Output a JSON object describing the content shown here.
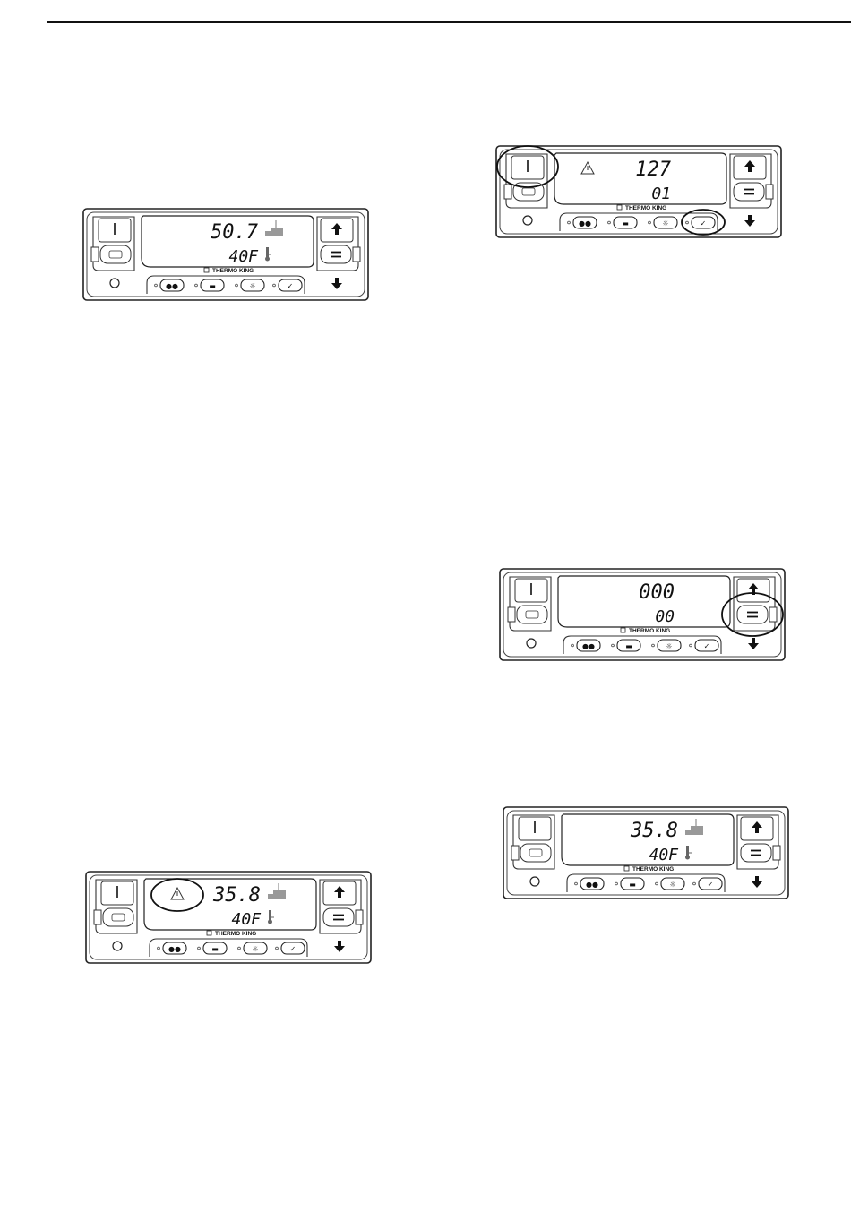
{
  "brand": "THERMO KING",
  "panels": [
    {
      "id": "p1",
      "upper": "50.7",
      "lower": "40F",
      "alarm": false,
      "show_truck": true,
      "show_thermo": true,
      "circles": []
    },
    {
      "id": "p2",
      "upper": "127",
      "lower": "01",
      "alarm": true,
      "show_truck": false,
      "show_thermo": false,
      "circles": [
        "on-off",
        "check"
      ]
    },
    {
      "id": "p3",
      "upper": "000",
      "lower": "00",
      "alarm": false,
      "show_truck": false,
      "show_thermo": false,
      "circles": [
        "select"
      ]
    },
    {
      "id": "p4",
      "upper": "35.8",
      "lower": "40F",
      "alarm": false,
      "show_truck": true,
      "show_thermo": true,
      "circles": []
    },
    {
      "id": "p5",
      "upper": "35.8",
      "lower": "40F",
      "alarm": true,
      "show_truck": true,
      "show_thermo": true,
      "circles": [
        "alarm"
      ]
    }
  ],
  "icons": {
    "alarm": "warning-triangle-icon",
    "on_off": "power-icon",
    "up": "arrow-up-icon",
    "down": "arrow-down-icon",
    "select": "equals-icon",
    "defrost": "defrost-icon",
    "cycle": "cycle-sentry-icon",
    "mode": "continuous-mode-icon",
    "gauge": "gauge-icon",
    "check": "pretrip-check-icon"
  }
}
